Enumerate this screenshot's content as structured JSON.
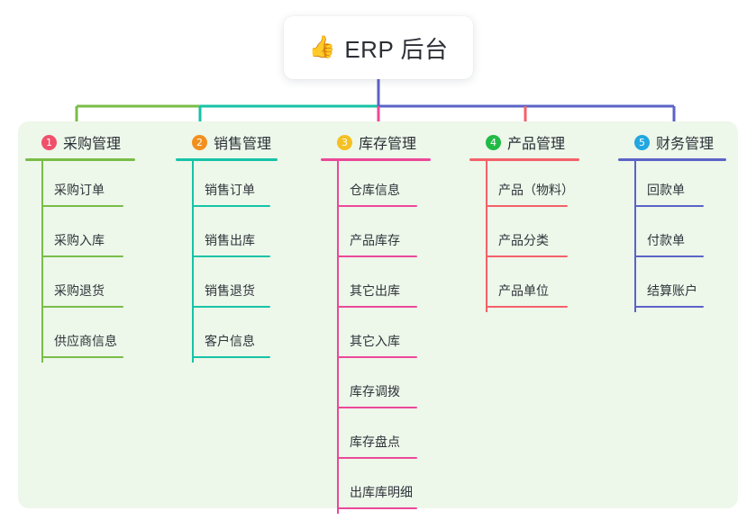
{
  "root": {
    "emoji": "👍",
    "emoji_name": "thumbs-up-icon",
    "title": "ERP 后台"
  },
  "colors": {
    "page_background": "#ffffff",
    "panel_background": "#edf7ea",
    "card_background": "#ffffff",
    "text": "#2b2f36",
    "trunk": "#5b63c7",
    "bus_green": "#79bd48",
    "bus_teal": "#16c3a6",
    "bus_blue": "#5b63c7"
  },
  "columns": [
    {
      "index": "1",
      "title": "采购管理",
      "badge_color": "#f0506a",
      "line_color": "#79bd48",
      "drop_color": "#79bd48",
      "items": [
        "采购订单",
        "采购入库",
        "采购退货",
        "供应商信息"
      ]
    },
    {
      "index": "2",
      "title": "销售管理",
      "badge_color": "#f2901e",
      "line_color": "#16c3a6",
      "drop_color": "#16c3a6",
      "items": [
        "销售订单",
        "销售出库",
        "销售退货",
        "客户信息"
      ]
    },
    {
      "index": "3",
      "title": "库存管理",
      "badge_color": "#f5c022",
      "line_color": "#ec4899",
      "drop_color": "#ec4899",
      "items": [
        "仓库信息",
        "产品库存",
        "其它出库",
        "其它入库",
        "库存调拨",
        "库存盘点",
        "出库库明细"
      ]
    },
    {
      "index": "4",
      "title": "产品管理",
      "badge_color": "#21ba45",
      "line_color": "#f4616a",
      "drop_color": "#f4616a",
      "items": [
        "产品（物料）",
        "产品分类",
        "产品单位"
      ]
    },
    {
      "index": "5",
      "title": "财务管理",
      "badge_color": "#22a7e0",
      "line_color": "#5b63c7",
      "drop_color": "#5b63c7",
      "items": [
        "回款单",
        "付款单",
        "结算账户"
      ]
    }
  ]
}
